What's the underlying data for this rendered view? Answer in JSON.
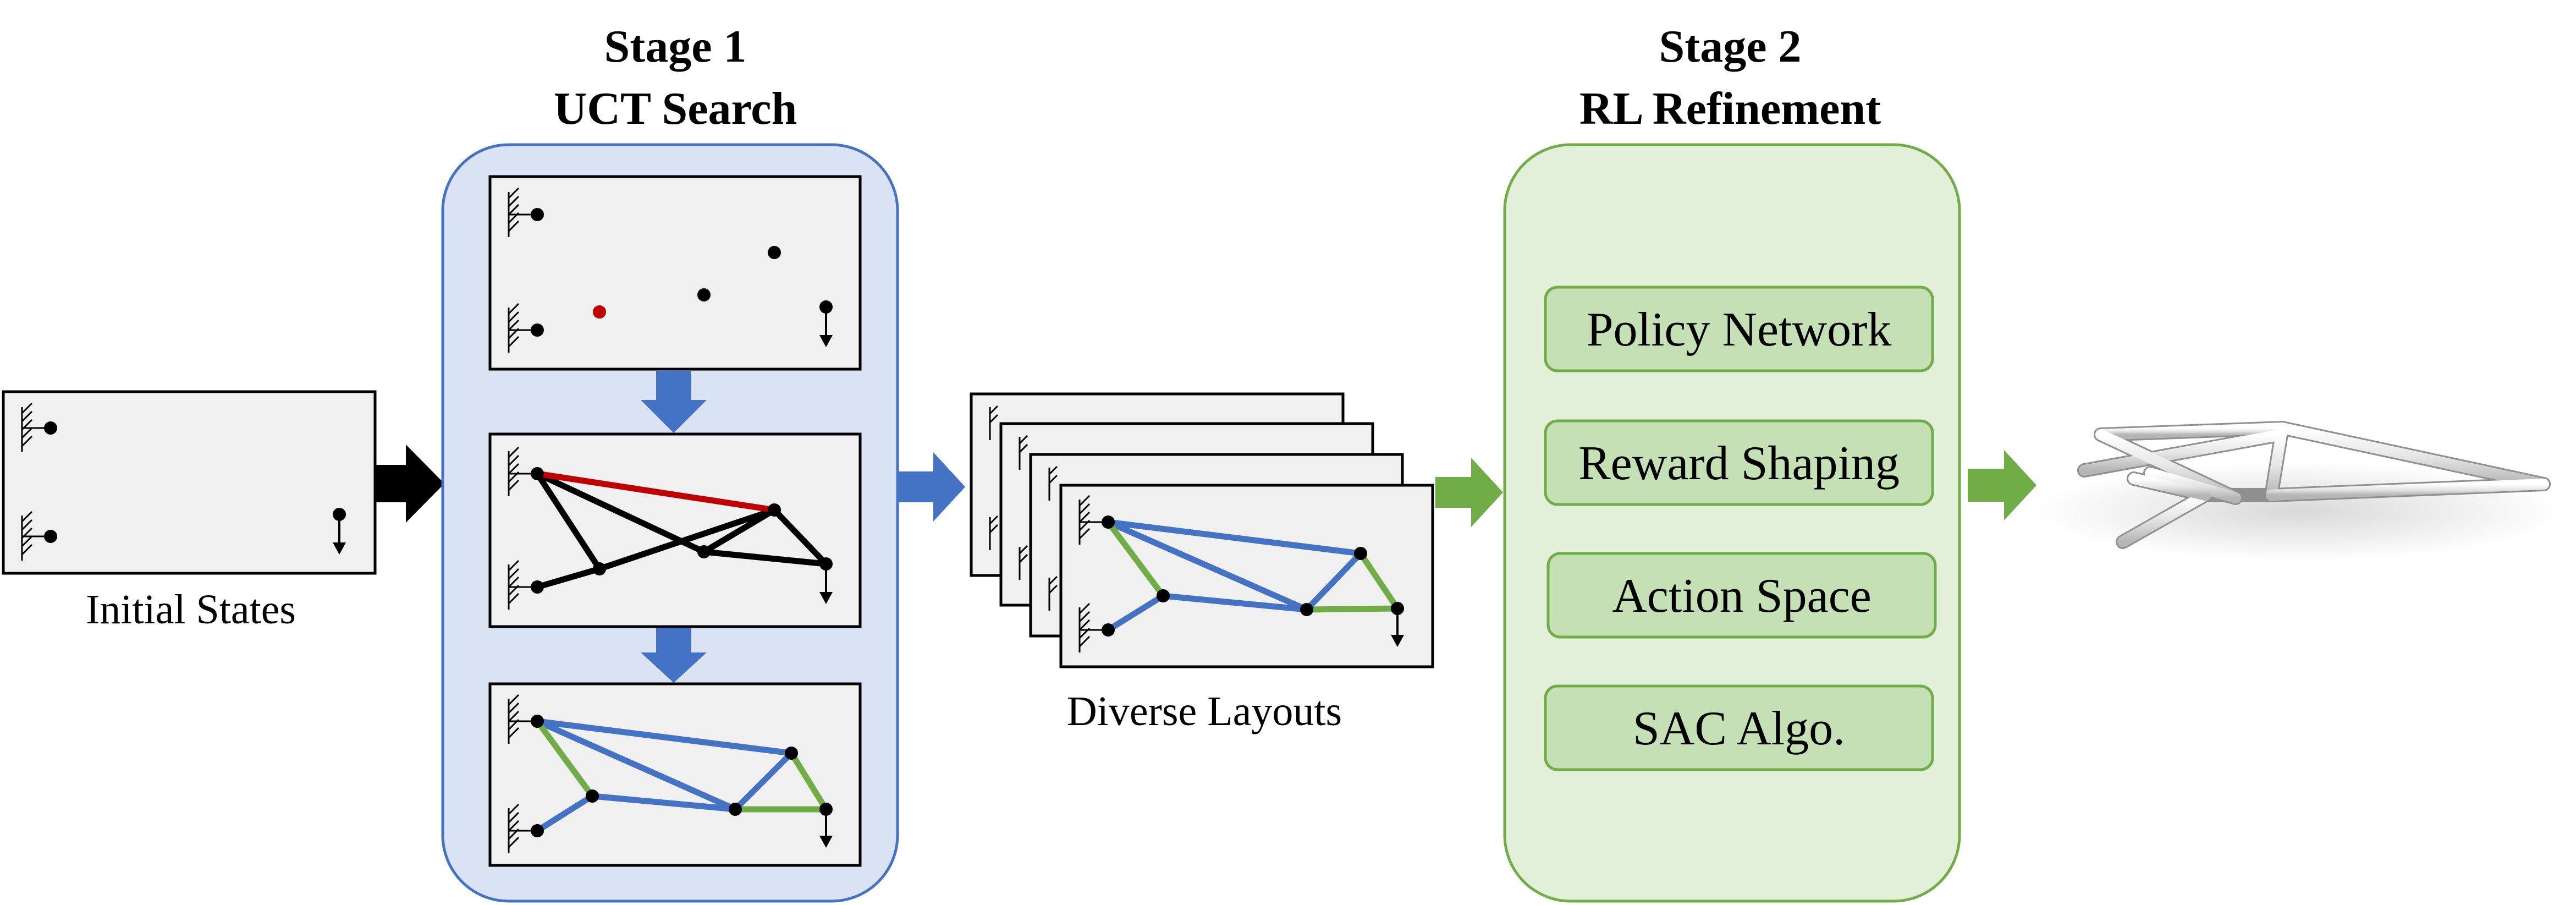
{
  "stage1": {
    "title_line1": "Stage 1",
    "title_line2": "UCT Search"
  },
  "stage2": {
    "title_line1": "Stage 2",
    "title_line2": "RL Refinement",
    "modules": [
      "Policy Network",
      "Reward Shaping",
      "Action Space",
      "SAC Algo."
    ]
  },
  "captions": {
    "initial_states": "Initial States",
    "diverse_layouts": "Diverse Layouts"
  },
  "colors": {
    "stage1_fill": "#dae3f3",
    "stage1_stroke": "#4472c4",
    "stage2_fill": "#e2f0d9",
    "stage2_stroke": "#70ad47",
    "module_fill": "#c5e0b4",
    "blue_arrow": "#4472c4",
    "green_arrow": "#70ad47",
    "black_arrow": "#000000",
    "member_black": "#000000",
    "member_red": "#c00000",
    "member_blue": "#4472c4",
    "member_green": "#70ad47"
  },
  "icons": [
    "support-icon",
    "load-arrow-icon",
    "truss-render"
  ]
}
